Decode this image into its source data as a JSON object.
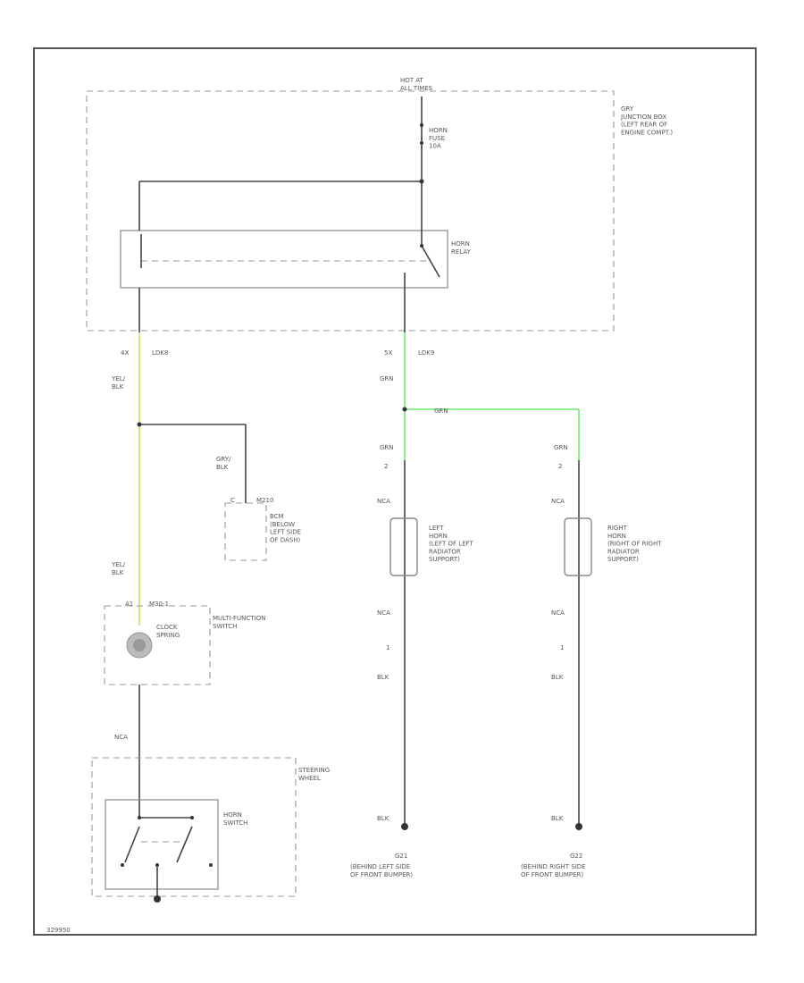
{
  "labels": {
    "hot_at_all_times": "HOT AT\nALL TIMES",
    "junction_box": "GRY\nJUNCTION BOX\n(LEFT REAR OF\nENGINE COMPT.)",
    "horn_fuse": "HORN\nFUSE\n10A",
    "horn_relay": "HORN\nRELAY",
    "left_pin": "4X",
    "left_conn": "LDK8",
    "right_pin": "5X",
    "right_conn": "LDK9",
    "wire_yel_blk_top": "YEL/\nBLK",
    "wire_gry_blk": "GRY/\nBLK",
    "conn_c": "C",
    "m210": "M210",
    "bcm": "BCM\n(BELOW\nLEFT SIDE\nOF DASH)",
    "wire_yel_blk_low": "YEL/\nBLK",
    "clock_spring_conn": "M30-1",
    "clock_pin": "A1",
    "clock_spring": "CLOCK\nSPRING",
    "multifunction_switch": "MULTI-FUNCTION\nSWITCH",
    "wire_nca_steer": "NCA",
    "steering_wheel": "STEERING\nWHEEL",
    "horn_switch": "HORN\nSWITCH",
    "grn_top": "GRN",
    "grn_horizontal": "GRN",
    "grn_left": "GRN",
    "grn_right": "GRN",
    "left_pin_2": "2",
    "right_pin_2": "2",
    "nca_l1": "NCA",
    "nca_r1": "NCA",
    "left_horn": "LEFT\nHORN\n(LEFT OF LEFT\nRADIATOR\nSUPPORT)",
    "right_horn": "RIGHT\nHORN\n(RIGHT OF RIGHT\nRADIATOR\nSUPPORT)",
    "nca_l2": "NCA",
    "nca_r2": "NCA",
    "left_pin_1": "1",
    "right_pin_1": "1",
    "blk_l1": "BLK",
    "blk_r1": "BLK",
    "blk_l2": "BLK",
    "blk_r2": "BLK",
    "ground_left_id": "G21",
    "ground_left_loc": "(BEHIND LEFT SIDE\nOF FRONT BUMPER)",
    "ground_right_id": "G22",
    "ground_right_loc": "(BEHIND RIGHT SIDE\nOF FRONT BUMPER)",
    "figure_code": "329950"
  },
  "colors": {
    "wire_yel_blk": "#e0e070",
    "wire_grn": "#80ee80"
  }
}
